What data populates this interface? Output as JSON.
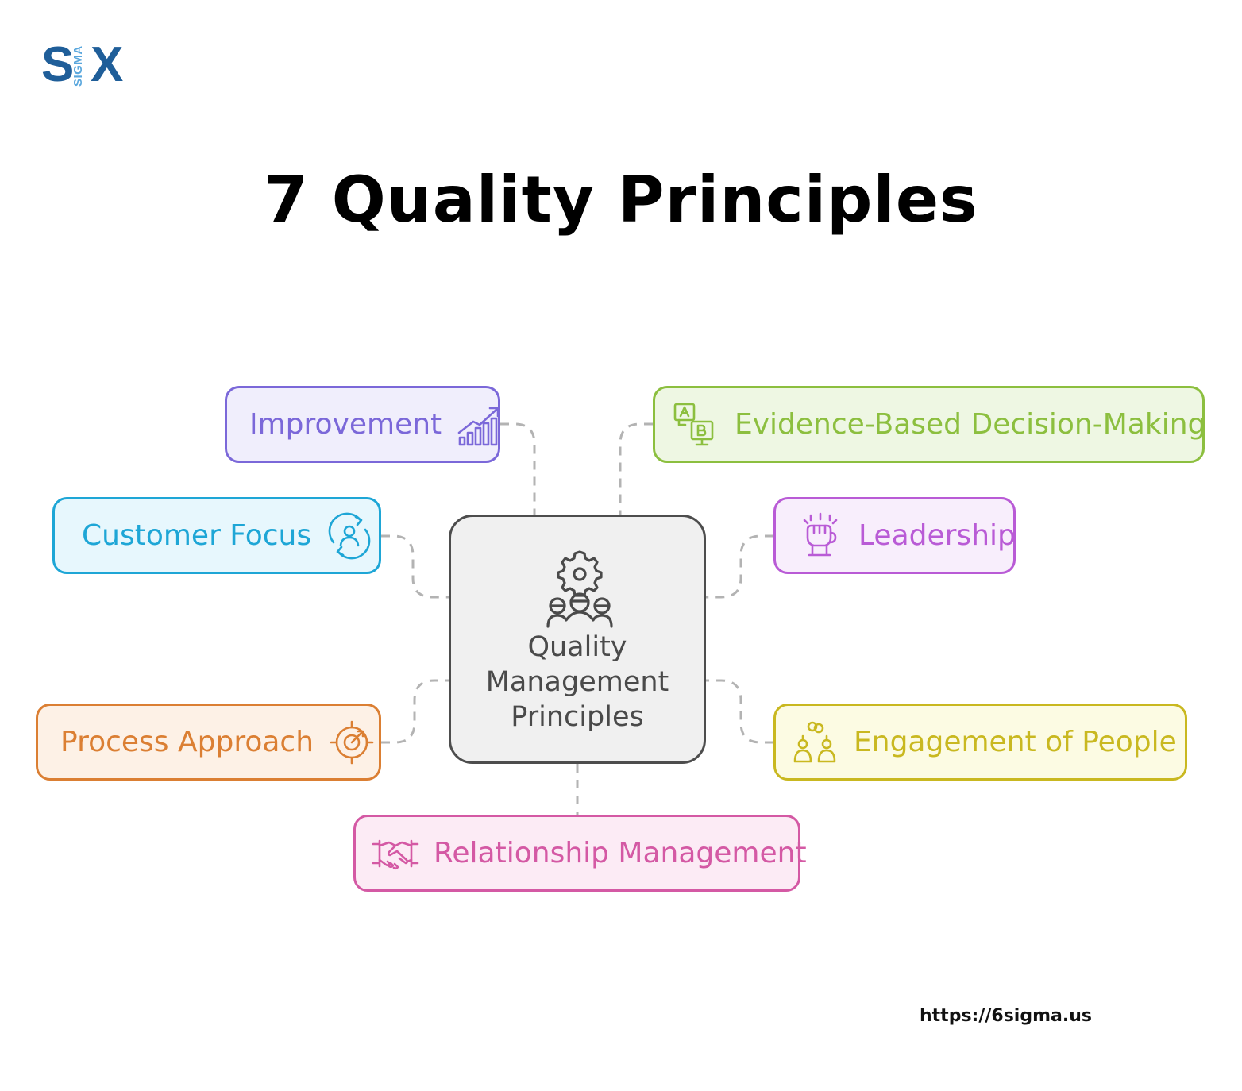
{
  "logo": {
    "s": "S",
    "sigma": "SIGMA",
    "x": "X"
  },
  "title": "7 Quality Principles",
  "center": {
    "lines": [
      "Quality",
      "Management",
      "Principles"
    ],
    "icon": "gear-people-icon",
    "border_color": "#4d4d4d",
    "fill_color": "#f0f0f0"
  },
  "principles": [
    {
      "label": "Improvement",
      "icon": "growth-chart-icon",
      "color": "#7b68d9",
      "fill": "#f0eefc"
    },
    {
      "label": "Evidence-Based Decision-Making",
      "icon": "ab-test-icon",
      "color": "#8cbf3f",
      "fill": "#eef7e3"
    },
    {
      "label": "Customer Focus",
      "icon": "customer-cycle-icon",
      "color": "#1ea6d6",
      "fill": "#e7f7fd"
    },
    {
      "label": "Leadership",
      "icon": "raised-fist-icon",
      "color": "#b95bd6",
      "fill": "#f8eefc"
    },
    {
      "label": "Process Approach",
      "icon": "target-dart-icon",
      "color": "#db7f33",
      "fill": "#fdf1e6"
    },
    {
      "label": "Engagement of People",
      "icon": "team-link-icon",
      "color": "#c9b820",
      "fill": "#fcfbe3"
    },
    {
      "label": "Relationship Management",
      "icon": "handshake-icon",
      "color": "#d459a4",
      "fill": "#fcebf5"
    }
  ],
  "footer": {
    "url": "https://6sigma.us"
  }
}
